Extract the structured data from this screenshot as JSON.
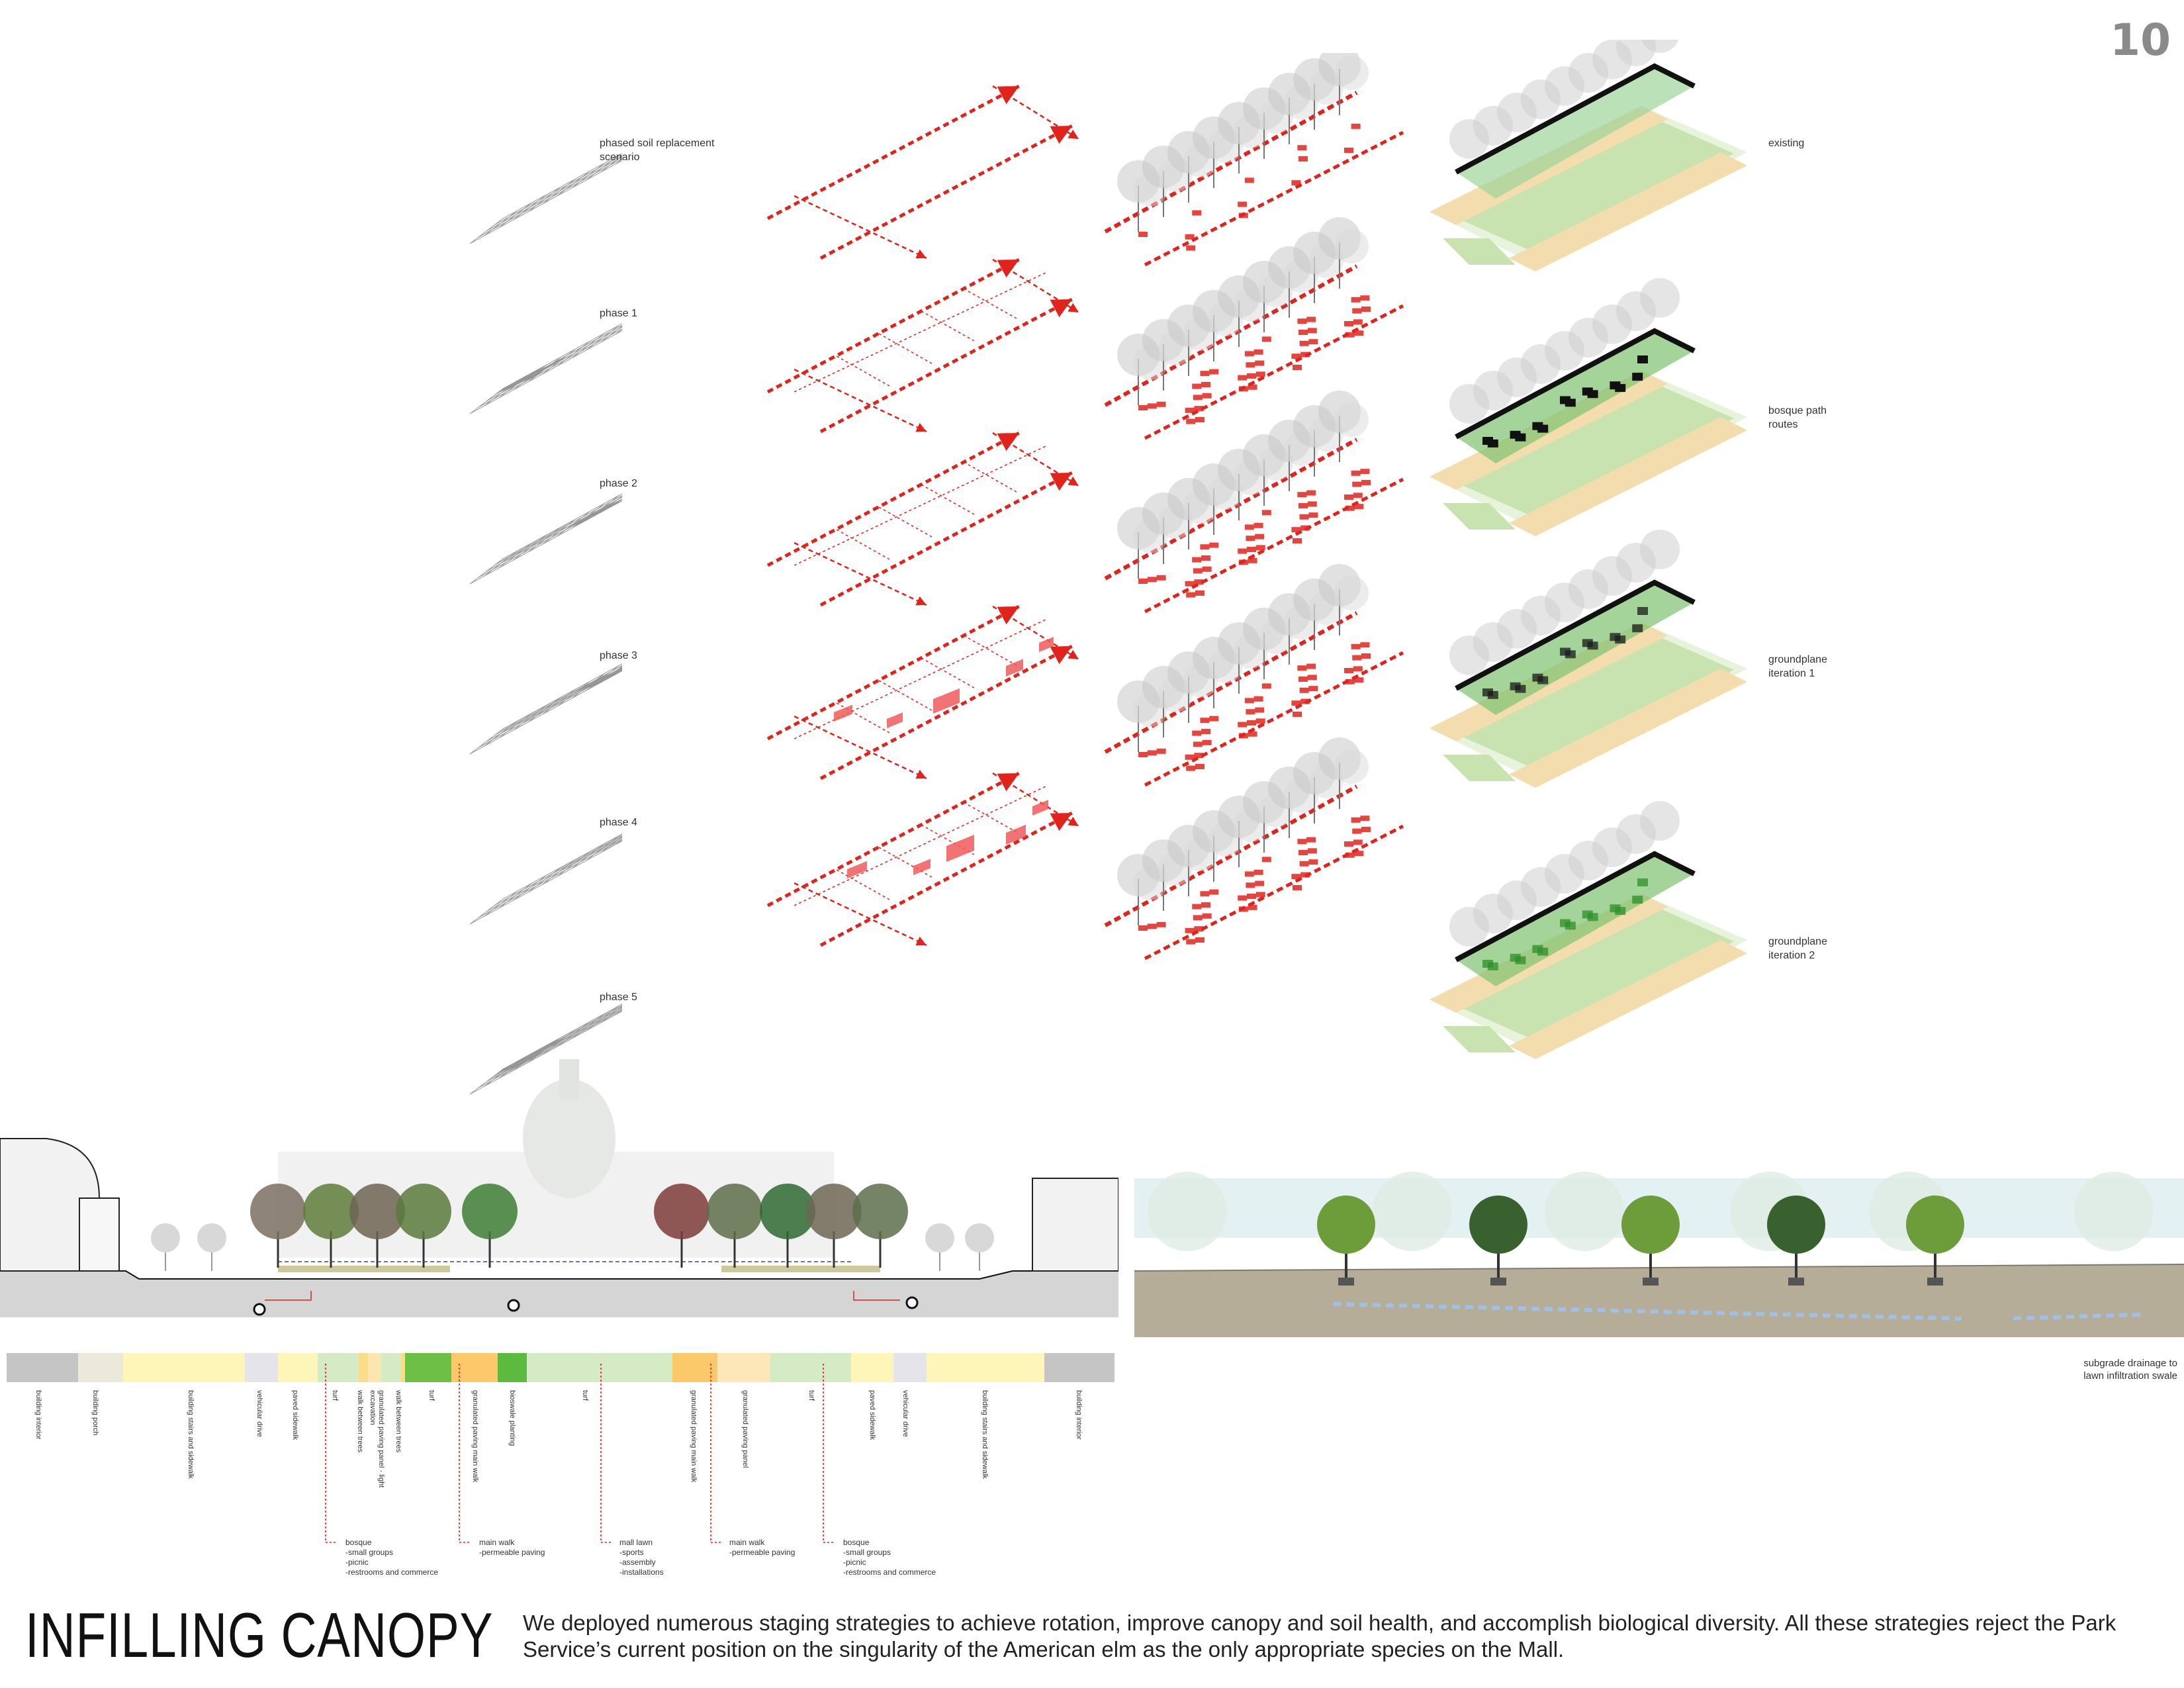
{
  "page_number": "10",
  "phase_labels": [
    "phased soil replacement scenario",
    "phase 1",
    "phase 2",
    "phase 3",
    "phase 4",
    "phase 5"
  ],
  "right_labels": [
    "existing",
    "bosque path routes",
    "groundplane iteration 1",
    "groundplane iteration 2"
  ],
  "strip_labels": [
    "building interior",
    "building porch",
    "building stairs and sidewalk",
    "vehicular drive",
    "paved sidewalk",
    "turf",
    "walk between trees",
    "granulated paving panel - light excavation",
    "walk between trees",
    "turf",
    "granulated paving main walk",
    "bioswale planting",
    "turf",
    "granulated paving main walk",
    "granulated paving panel",
    "turf",
    "paved sidewalk",
    "vehicular drive",
    "building stairs and sidewalk",
    "building interior"
  ],
  "notes": [
    "bosque\n-small groups\n-picnic\n-restrooms and commerce",
    "main walk\n-permeable paving",
    "mall lawn\n-sports\n-assembly\n-installations",
    "main walk\n-permeable paving",
    "bosque\n-small groups\n-picnic\n-restrooms and commerce"
  ],
  "section_caption": "subgrade drainage to\nlawn infiltration swale",
  "title": "INFILLING CANOPY",
  "description": "We deployed numerous staging strategies to achieve rotation, improve canopy and soil health, and accomplish biological diversity. All these strategies reject the Park Service’s current position on the singularity of the American elm as the only appropriate species on the Mall.",
  "colors": {
    "red": "#e0241c",
    "grid_dark": "#8d8d8d",
    "grid_light": "#cfcfcf",
    "lawn": "#c8e2b0",
    "path": "#f3dcae",
    "soil": "#b6ad98"
  }
}
